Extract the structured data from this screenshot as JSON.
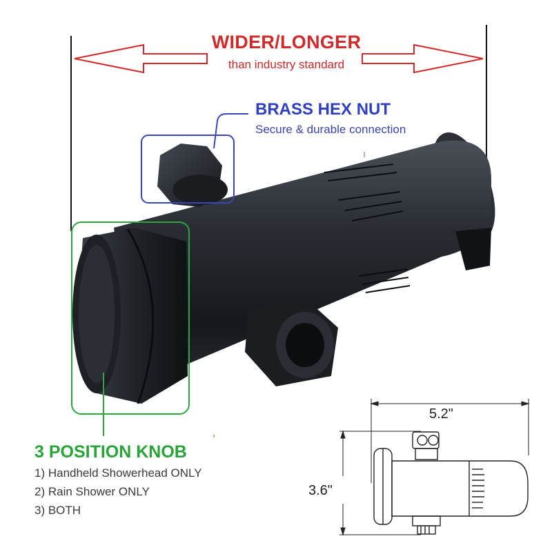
{
  "headline": {
    "title": "WIDER/LONGER",
    "subtitle": "than industry standard",
    "color": "#d02a2a"
  },
  "brass_callout": {
    "title": "BRASS HEX NUT",
    "subtitle": "Secure & durable connection",
    "color": "#2f3fbf"
  },
  "knob_callout": {
    "title": "3 POSITION KNOB",
    "color": "#28a438",
    "options": [
      "1) Handheld Showerhead ONLY",
      "2) Rain Shower ONLY",
      "3) BOTH"
    ]
  },
  "dimensions": {
    "width": "5.2\"",
    "height": "3.6\""
  },
  "product": {
    "finish_color": "#1f2227",
    "icon": "shower-diverter-photo"
  }
}
